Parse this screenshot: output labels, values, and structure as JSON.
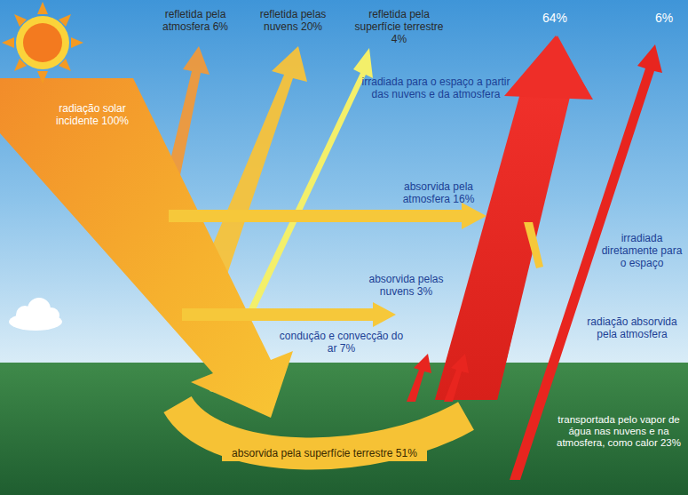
{
  "diagram": {
    "labels": [
      "refletida pela atmosfera 6%",
      "refletida pelas nuvens 20%",
      "refletida pela superfície terrestre 4%",
      "64%",
      "6%",
      "radiação solar incidente 100%",
      "irradiada para o espaço a partir das nuvens e da atmosfera",
      "absorvida pela atmosfera 16%",
      "irradiada diretamente para o espaço",
      "absorvida pelas nuvens 3%",
      "radiação absorvida pela atmosfera",
      "condução e convecção do ar 7%",
      "transportada pelo vapor de água nas nuvens e na atmosfera, como calor 23%",
      "absorvida pela superfície terrestre 51%"
    ]
  }
}
